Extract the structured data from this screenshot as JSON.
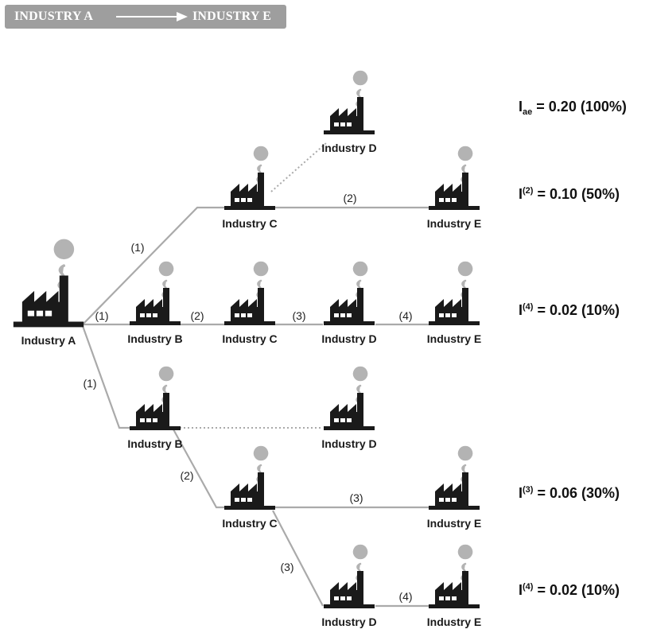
{
  "header": {
    "from": "INDUSTRY A",
    "to": "INDUSTRY E"
  },
  "colors": {
    "header_bg": "#9e9e9e",
    "factory": "#1a1a1a",
    "smoke": "#b3b3b3",
    "edge": "#aaaaaa"
  },
  "nodes": [
    {
      "id": "a1",
      "label": "Industry A",
      "icon": "factory-icon"
    },
    {
      "id": "d0",
      "label": "Industry D",
      "icon": "factory-icon"
    },
    {
      "id": "c1",
      "label": "Industry C",
      "icon": "factory-icon"
    },
    {
      "id": "e1",
      "label": "Industry E",
      "icon": "factory-icon"
    },
    {
      "id": "b2",
      "label": "Industry B",
      "icon": "factory-icon"
    },
    {
      "id": "c2",
      "label": "Industry C",
      "icon": "factory-icon"
    },
    {
      "id": "d2",
      "label": "Industry D",
      "icon": "factory-icon"
    },
    {
      "id": "e2",
      "label": "Industry E",
      "icon": "factory-icon"
    },
    {
      "id": "b3",
      "label": "Industry B",
      "icon": "factory-icon"
    },
    {
      "id": "d3",
      "label": "Industry D",
      "icon": "factory-icon"
    },
    {
      "id": "c4",
      "label": "Industry C",
      "icon": "factory-icon"
    },
    {
      "id": "e4",
      "label": "Industry E",
      "icon": "factory-icon"
    },
    {
      "id": "d5",
      "label": "Industry D",
      "icon": "factory-icon"
    },
    {
      "id": "e5",
      "label": "Industry E",
      "icon": "factory-icon"
    }
  ],
  "edges": [
    {
      "from": "a1",
      "to": "c1",
      "label": "(1)",
      "style": "solid"
    },
    {
      "from": "c1",
      "to": "d0",
      "label": "",
      "style": "dotted"
    },
    {
      "from": "c1",
      "to": "e1",
      "label": "(2)",
      "style": "solid"
    },
    {
      "from": "a1",
      "to": "b2",
      "label": "(1)",
      "style": "solid"
    },
    {
      "from": "b2",
      "to": "c2",
      "label": "(2)",
      "style": "solid"
    },
    {
      "from": "c2",
      "to": "d2",
      "label": "(3)",
      "style": "solid"
    },
    {
      "from": "d2",
      "to": "e2",
      "label": "(4)",
      "style": "solid"
    },
    {
      "from": "a1",
      "to": "b3",
      "label": "(1)",
      "style": "solid"
    },
    {
      "from": "b3",
      "to": "d3",
      "label": "",
      "style": "dotted"
    },
    {
      "from": "b3",
      "to": "c4",
      "label": "(2)",
      "style": "solid"
    },
    {
      "from": "c4",
      "to": "e4",
      "label": "(3)",
      "style": "solid"
    },
    {
      "from": "c4",
      "to": "d5",
      "label": "(3)",
      "style": "solid"
    },
    {
      "from": "d5",
      "to": "e5",
      "label": "(4)",
      "style": "solid"
    }
  ],
  "formulas": [
    {
      "symbol": "I",
      "sub": "ae",
      "sup": "",
      "value": "= 0.20 (100%)"
    },
    {
      "symbol": "I",
      "sub": "",
      "sup": "(2)",
      "value": "= 0.10 (50%)"
    },
    {
      "symbol": "I",
      "sub": "",
      "sup": "(4)",
      "value": "= 0.02 (10%)"
    },
    {
      "symbol": "I",
      "sub": "",
      "sup": "(3)",
      "value": "= 0.06 (30%)"
    },
    {
      "symbol": "I",
      "sub": "",
      "sup": "(4)",
      "value": "= 0.02 (10%)"
    }
  ]
}
